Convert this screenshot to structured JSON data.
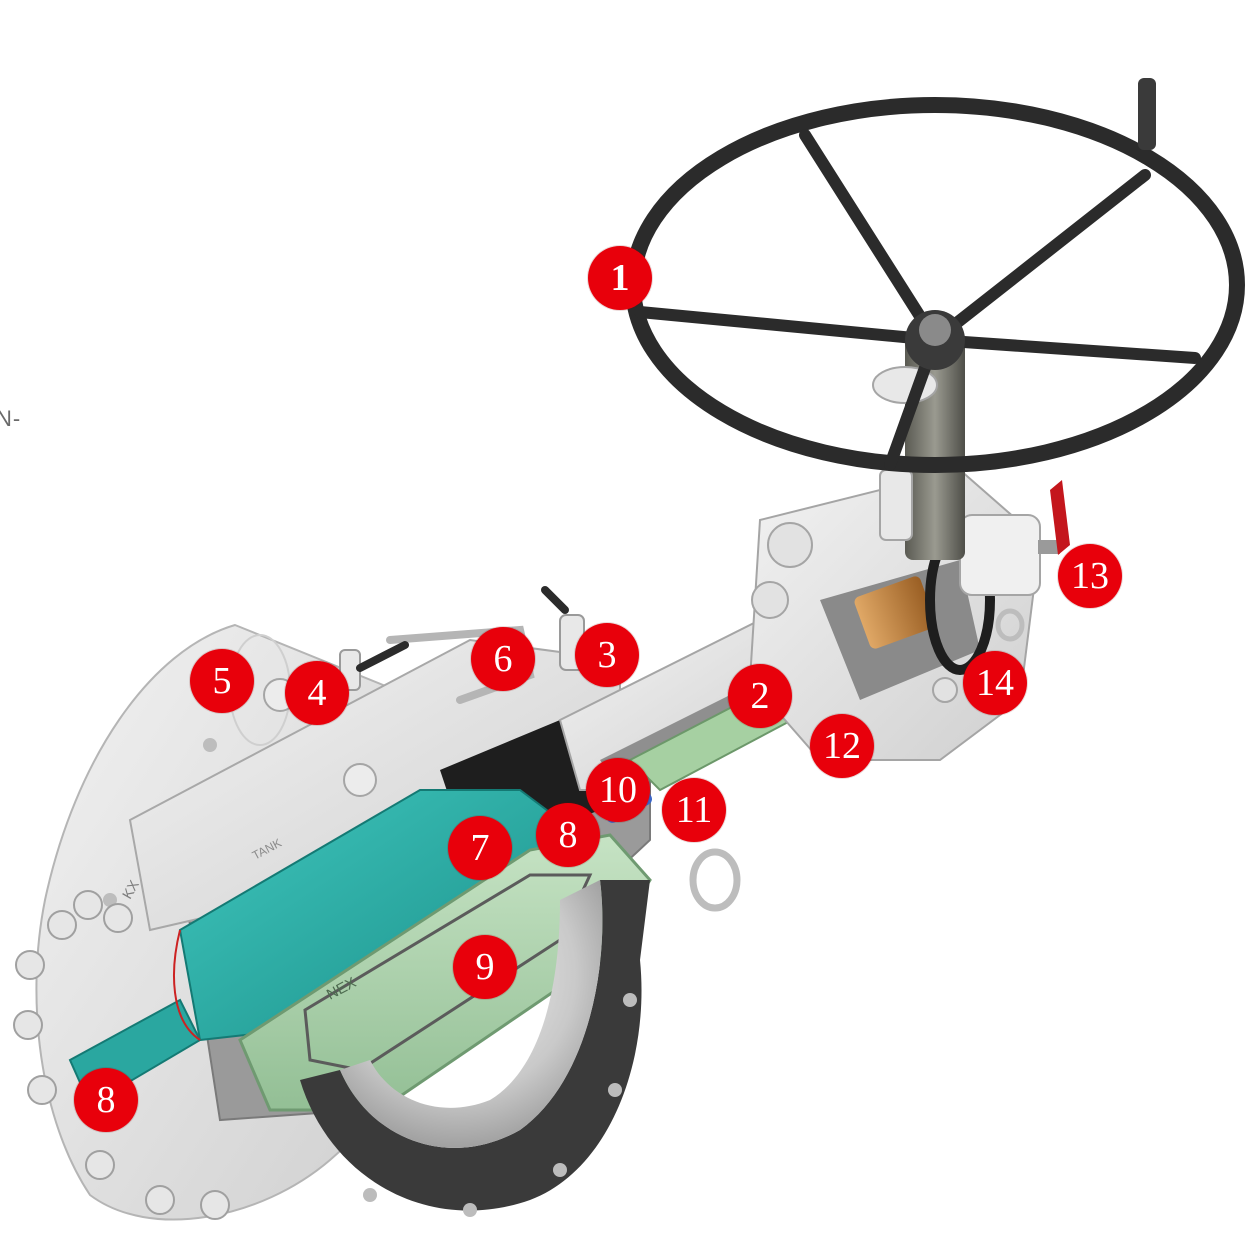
{
  "stray_text": "N-",
  "callouts": [
    "1",
    "2",
    "3",
    "4",
    "5",
    "6",
    "7",
    "8",
    "9",
    "10",
    "11",
    "12",
    "13",
    "14",
    "8"
  ],
  "markings": {
    "nameplate": "KX",
    "disc_logo": "NEX",
    "body_text": "TANK"
  },
  "colors": {
    "callout_fill": "#e8000b",
    "callout_text": "#ffffff",
    "body_metal": "#dcdcdc",
    "cut_section": "#8f8f8f",
    "teal_part": "#2fb8b0",
    "sage_part": "#a9d2ab",
    "flange_dark": "#3c3c3c",
    "handwheel": "#2b2b2b",
    "lever_red": "#c4161c",
    "bronze_nut": "#c88a46"
  }
}
